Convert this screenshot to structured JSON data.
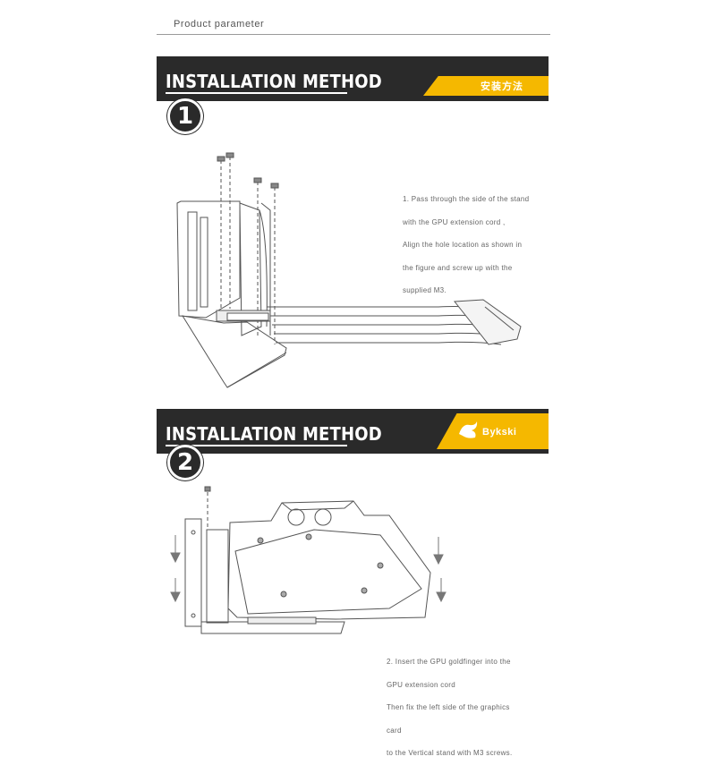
{
  "header": {
    "title": "Product parameter"
  },
  "sections": [
    {
      "banner_title": "INSTALLATION METHOD",
      "banner_tag": "安装方法",
      "step_number": "1",
      "instructions": [
        "1. Pass through the side of the stand",
        "with the GPU  extension cord ,",
        "Align the hole location as shown in",
        "the figure and screw up with the",
        "supplied M3."
      ]
    },
    {
      "banner_title": "INSTALLATION METHOD",
      "brand_logo": "Bykski",
      "step_number": "2",
      "instructions": [
        "2. Insert the GPU goldfinger into the",
        "   GPU extension cord",
        "Then fix the left side of the graphics",
        "card",
        "to the Vertical stand with M3 screws."
      ]
    }
  ],
  "colors": {
    "banner": "#2a2a2a",
    "accent": "#f5b800"
  }
}
